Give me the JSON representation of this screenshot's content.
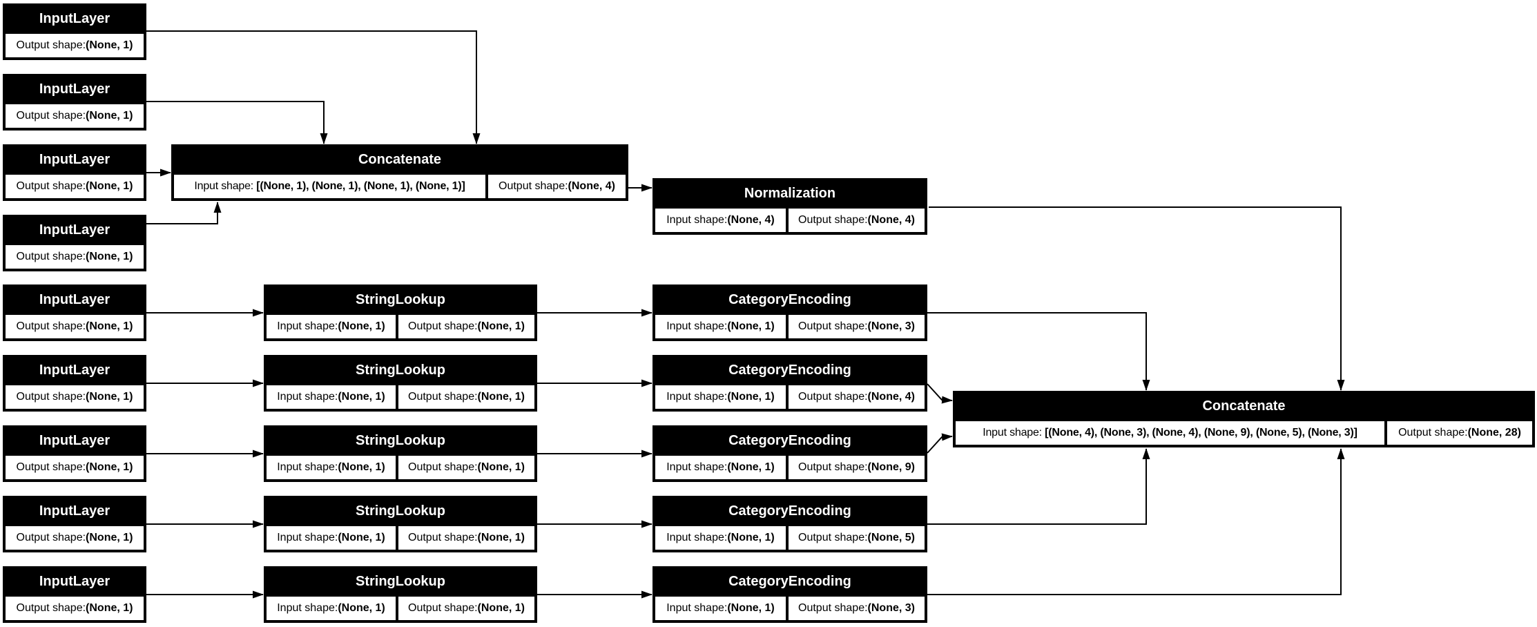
{
  "colors": {
    "node_bg": "#000000",
    "node_fg": "#ffffff",
    "cell_bg": "#ffffff",
    "cell_fg": "#000000",
    "edge": "#000000"
  },
  "diagram": {
    "nodes": {
      "input_a": {
        "title": "InputLayer",
        "output_label": "Output shape: ",
        "output_value": "(None, 1)"
      },
      "input_b": {
        "title": "InputLayer",
        "output_label": "Output shape: ",
        "output_value": "(None, 1)"
      },
      "input_c": {
        "title": "InputLayer",
        "output_label": "Output shape: ",
        "output_value": "(None, 1)"
      },
      "input_d": {
        "title": "InputLayer",
        "output_label": "Output shape: ",
        "output_value": "(None, 1)"
      },
      "concat1": {
        "title": "Concatenate",
        "input_label": "Input shape: ",
        "input_value": "[(None, 1), (None, 1), (None, 1), (None, 1)]",
        "output_label": "Output shape: ",
        "output_value": "(None, 4)"
      },
      "norm": {
        "title": "Normalization",
        "input_label": "Input shape: ",
        "input_value": "(None, 4)",
        "output_label": "Output shape: ",
        "output_value": "(None, 4)"
      },
      "input_1": {
        "title": "InputLayer",
        "output_label": "Output shape: ",
        "output_value": "(None, 1)"
      },
      "input_2": {
        "title": "InputLayer",
        "output_label": "Output shape: ",
        "output_value": "(None, 1)"
      },
      "input_3": {
        "title": "InputLayer",
        "output_label": "Output shape: ",
        "output_value": "(None, 1)"
      },
      "input_4": {
        "title": "InputLayer",
        "output_label": "Output shape: ",
        "output_value": "(None, 1)"
      },
      "input_5": {
        "title": "InputLayer",
        "output_label": "Output shape: ",
        "output_value": "(None, 1)"
      },
      "sl_1": {
        "title": "StringLookup",
        "input_label": "Input shape: ",
        "input_value": "(None, 1)",
        "output_label": "Output shape: ",
        "output_value": "(None, 1)"
      },
      "sl_2": {
        "title": "StringLookup",
        "input_label": "Input shape: ",
        "input_value": "(None, 1)",
        "output_label": "Output shape: ",
        "output_value": "(None, 1)"
      },
      "sl_3": {
        "title": "StringLookup",
        "input_label": "Input shape: ",
        "input_value": "(None, 1)",
        "output_label": "Output shape: ",
        "output_value": "(None, 1)"
      },
      "sl_4": {
        "title": "StringLookup",
        "input_label": "Input shape: ",
        "input_value": "(None, 1)",
        "output_label": "Output shape: ",
        "output_value": "(None, 1)"
      },
      "sl_5": {
        "title": "StringLookup",
        "input_label": "Input shape: ",
        "input_value": "(None, 1)",
        "output_label": "Output shape: ",
        "output_value": "(None, 1)"
      },
      "ce_1": {
        "title": "CategoryEncoding",
        "input_label": "Input shape: ",
        "input_value": "(None, 1)",
        "output_label": "Output shape: ",
        "output_value": "(None, 3)"
      },
      "ce_2": {
        "title": "CategoryEncoding",
        "input_label": "Input shape: ",
        "input_value": "(None, 1)",
        "output_label": "Output shape: ",
        "output_value": "(None, 4)"
      },
      "ce_3": {
        "title": "CategoryEncoding",
        "input_label": "Input shape: ",
        "input_value": "(None, 1)",
        "output_label": "Output shape: ",
        "output_value": "(None, 9)"
      },
      "ce_4": {
        "title": "CategoryEncoding",
        "input_label": "Input shape: ",
        "input_value": "(None, 1)",
        "output_label": "Output shape: ",
        "output_value": "(None, 5)"
      },
      "ce_5": {
        "title": "CategoryEncoding",
        "input_label": "Input shape: ",
        "input_value": "(None, 1)",
        "output_label": "Output shape: ",
        "output_value": "(None, 3)"
      },
      "concat2": {
        "title": "Concatenate",
        "input_label": "Input shape: ",
        "input_value": "[(None, 4), (None, 3), (None, 4), (None, 9), (None, 5), (None, 3)]",
        "output_label": "Output shape: ",
        "output_value": "(None, 28)"
      }
    },
    "edges": [
      {
        "from": "input_a",
        "to": "concat1"
      },
      {
        "from": "input_b",
        "to": "concat1"
      },
      {
        "from": "input_c",
        "to": "concat1"
      },
      {
        "from": "input_d",
        "to": "concat1"
      },
      {
        "from": "concat1",
        "to": "norm"
      },
      {
        "from": "norm",
        "to": "concat2"
      },
      {
        "from": "input_1",
        "to": "sl_1"
      },
      {
        "from": "sl_1",
        "to": "ce_1"
      },
      {
        "from": "ce_1",
        "to": "concat2"
      },
      {
        "from": "input_2",
        "to": "sl_2"
      },
      {
        "from": "sl_2",
        "to": "ce_2"
      },
      {
        "from": "ce_2",
        "to": "concat2"
      },
      {
        "from": "input_3",
        "to": "sl_3"
      },
      {
        "from": "sl_3",
        "to": "ce_3"
      },
      {
        "from": "ce_3",
        "to": "concat2"
      },
      {
        "from": "input_4",
        "to": "sl_4"
      },
      {
        "from": "sl_4",
        "to": "ce_4"
      },
      {
        "from": "ce_4",
        "to": "concat2"
      },
      {
        "from": "input_5",
        "to": "sl_5"
      },
      {
        "from": "sl_5",
        "to": "ce_5"
      },
      {
        "from": "ce_5",
        "to": "concat2"
      }
    ]
  }
}
